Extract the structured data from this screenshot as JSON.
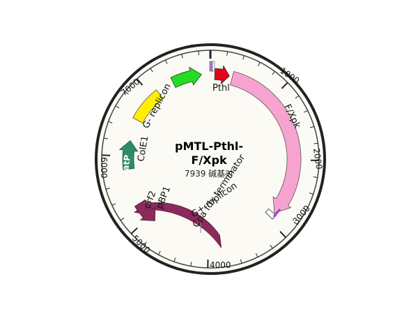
{
  "map": {
    "name_line1": "pMTL-Pthl-",
    "name_line2": "F/Xpk",
    "size_text": "7939 碱基对",
    "total_bp": 7939
  },
  "tick_labels": [
    "1000",
    "2000",
    "3000",
    "4000",
    "5000",
    "6000",
    "7000"
  ],
  "features": [
    {
      "name": "Pthl",
      "label": "Pthl",
      "color": "#e8001c",
      "shape": "arrow"
    },
    {
      "name": "F/Xpk",
      "label": "F/Xpk",
      "color": "#f7a3cf",
      "shape": "arrow"
    },
    {
      "name": "Cpa fdx terminator",
      "label": "Cpa fdx terminator",
      "color": "#ffffff",
      "shape": "box"
    },
    {
      "name": "G+ replicon",
      "label": "G+ replicon",
      "color": "#8b2a5c",
      "shape": "arrow"
    },
    {
      "name": "orf2",
      "label": "orf2",
      "color": "#8b2a5c",
      "shape": "arrow"
    },
    {
      "name": "pBP1",
      "label": "pBP1",
      "color": "#8b2a5c",
      "shape": "label"
    },
    {
      "name": "catP",
      "label": "catP",
      "color": "#2e8b6a",
      "shape": "arrow"
    },
    {
      "name": "ColE1",
      "label": "ColE1",
      "color": "#ffee00",
      "shape": "box"
    },
    {
      "name": "G- replicon",
      "label": "G- replicon",
      "color": "#22dd22",
      "shape": "arrow"
    }
  ]
}
